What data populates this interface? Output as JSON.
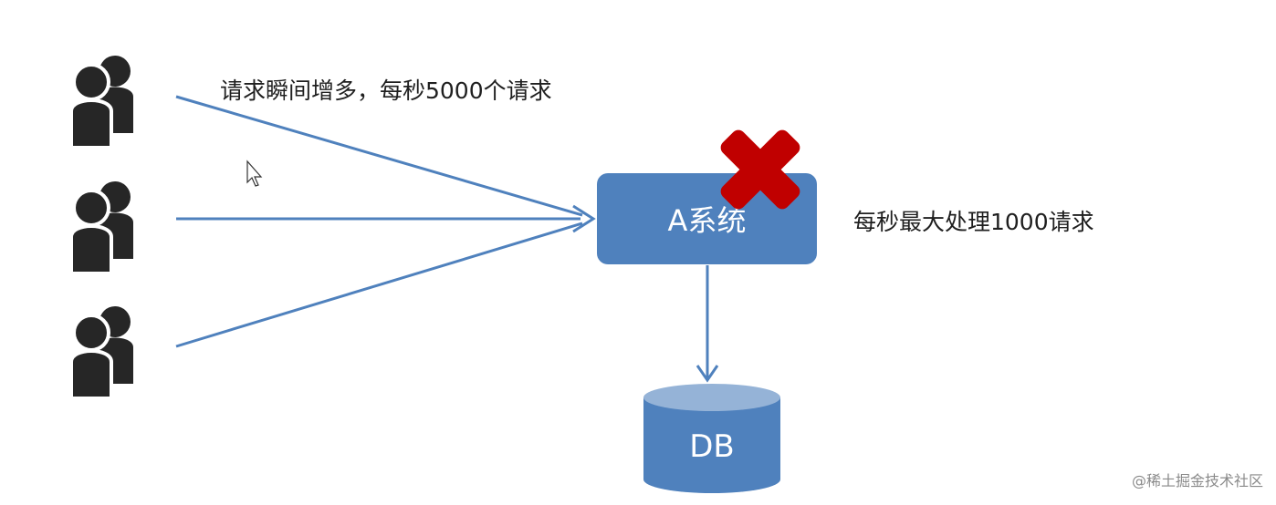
{
  "labels": {
    "incoming_requests": "请求瞬间增多，每秒5000个请求",
    "system": "A系统",
    "capacity": "每秒最大处理1000请求",
    "database": "DB"
  },
  "icons": {
    "users": "users-group-icon",
    "failure": "red-x-icon",
    "cursor": "mouse-cursor-icon"
  },
  "colors": {
    "box": "#4f81bd",
    "arrow": "#4f81bd",
    "db_body": "#4f81bd",
    "db_top": "#95b3d7",
    "failure": "#c00000",
    "user_icon": "#262626"
  },
  "watermark": "@稀土掘金技术社区"
}
